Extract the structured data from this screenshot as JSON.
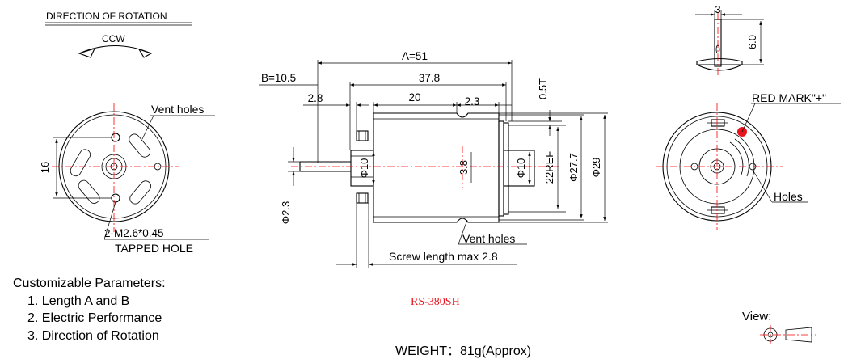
{
  "rotation": {
    "title": "DIRECTION OF ROTATION",
    "direction": "CCW"
  },
  "front_view": {
    "vent_label": "Vent holes",
    "dim_16": "16",
    "dim_tapped": "2-M2.6*0.45",
    "tapped_label": "TAPPED HOLE"
  },
  "side_view": {
    "dim_A": "A=51",
    "dim_B": "B=10.5",
    "dim_378": "37.8",
    "dim_28": "2.8",
    "dim_20": "20",
    "dim_23": "2.3",
    "dim_05T": "0.5T",
    "dim_phi10_left": "Φ10",
    "dim_38": "3.8",
    "dim_phi10_right": "Φ10",
    "dim_22ref": "22REF",
    "dim_phi277": "Φ27.7",
    "dim_phi29": "Φ29",
    "dim_phi23": "Φ2.3",
    "vent_label": "Vent holes",
    "screw_label": "Screw length max 2.8"
  },
  "terminal_view": {
    "dim_3": "3",
    "dim_6": "6.0"
  },
  "rear_view": {
    "red_mark_label": "RED MARK\"+\"",
    "holes_label": "Holes",
    "red_mark_color": "#e8141c"
  },
  "params": {
    "title": "Customizable Parameters:",
    "items": [
      "1. Length A and B",
      "2. Electric Performance",
      "3. Direction of Rotation"
    ]
  },
  "model": "RS-380SH",
  "weight": "WEIGHT：81g(Approx)",
  "view_label": "View:",
  "colors": {
    "centerline": "#ff0000",
    "model_text": "#e8141c"
  }
}
